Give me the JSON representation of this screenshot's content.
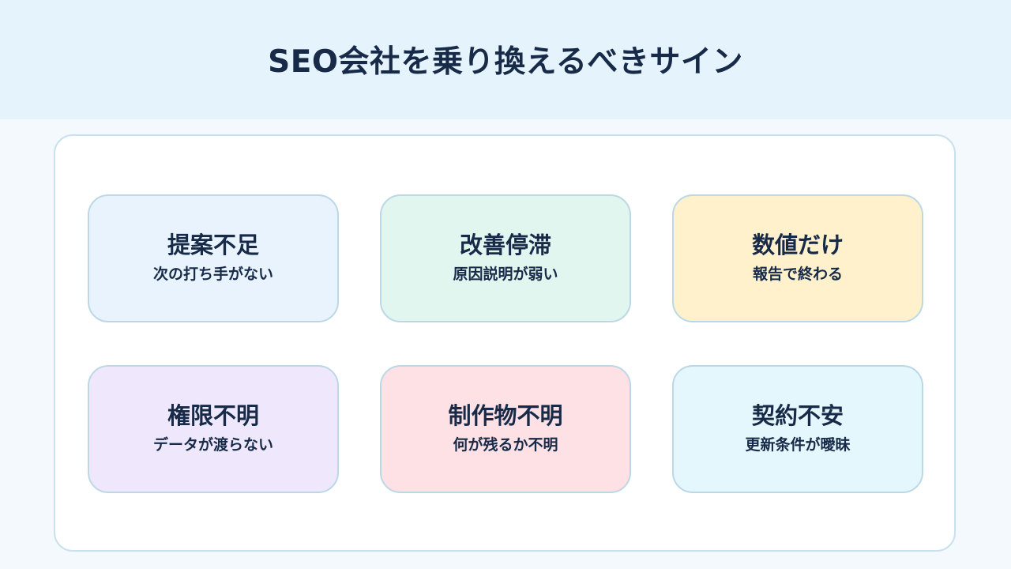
{
  "title": "SEO会社を乗り換えるべきサイン",
  "colors": {
    "header_bg": "#e5f3fd",
    "page_bg": "#f4f9fd",
    "text": "#172a48",
    "panel_border": "#c9e1ee"
  },
  "cards": [
    {
      "title": "提案不足",
      "subtitle": "次の打ち手がない",
      "color": "#e8f3fe"
    },
    {
      "title": "改善停滞",
      "subtitle": "原因説明が弱い",
      "color": "#e0f6ef"
    },
    {
      "title": "数値だけ",
      "subtitle": "報告で終わる",
      "color": "#fef1cc"
    },
    {
      "title": "権限不明",
      "subtitle": "データが渡らない",
      "color": "#efe8fd"
    },
    {
      "title": "制作物不明",
      "subtitle": "何が残るか不明",
      "color": "#fde1e5"
    },
    {
      "title": "契約不安",
      "subtitle": "更新条件が曖昧",
      "color": "#e4f7fd"
    }
  ]
}
